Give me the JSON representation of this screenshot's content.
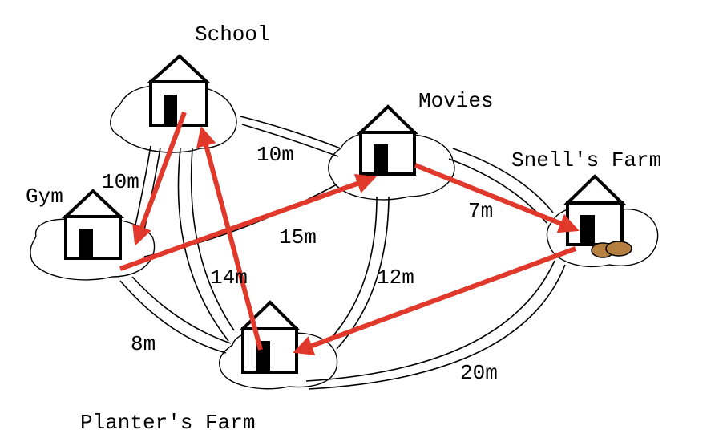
{
  "places": {
    "school": "School",
    "movies": "Movies",
    "gym": "Gym",
    "snells_farm": "Snell's Farm",
    "planters_farm": "Planter's Farm"
  },
  "bridges": {
    "school_gym": "10m",
    "school_movies": "10m",
    "gym_movies": "15m",
    "school_planters": "14m",
    "movies_planters": "12m",
    "movies_snells": "7m",
    "gym_planters": "8m",
    "planters_snells": "20m"
  },
  "route": [
    "school",
    "gym",
    "movies",
    "snells_farm",
    "planters_farm",
    "school"
  ],
  "colors": {
    "route_arrow": "#e0382b",
    "ink": "#000000",
    "log": "#b5803f"
  }
}
